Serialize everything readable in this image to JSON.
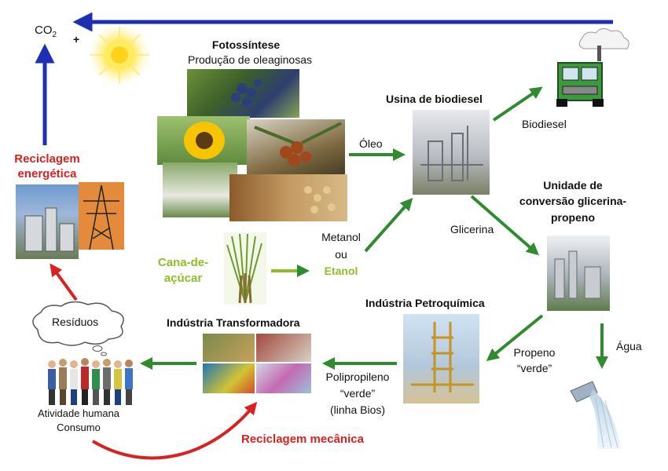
{
  "colors": {
    "blue_arrow": "#1c2fb5",
    "green_arrow": "#2e8b2e",
    "red_arrow": "#d9211f",
    "cana_green": "#8cbf27"
  },
  "co2": {
    "main": "CO",
    "sub": "2",
    "plus": "+"
  },
  "fotossintese": {
    "title": "Fotossíntese",
    "subtitle": "Produção de oleaginosas"
  },
  "usina": {
    "title": "Usina de biodiesel"
  },
  "biodiesel": "Biodiesel",
  "oleo": "Óleo",
  "unidade": {
    "line1": "Unidade de",
    "line2": "conversão glicerina-",
    "line3": "propeno"
  },
  "glicerina": "Glicerina",
  "reciclagem_energetica": {
    "line1": "Reciclagem",
    "line2": "energética"
  },
  "cana": {
    "line1": "Cana-de-",
    "line2": "açúcar"
  },
  "metanol": {
    "line1": "Metanol",
    "line2": "ou",
    "line3": "Etanol"
  },
  "petroquimica": "Indústria Petroquímica",
  "transformadora": "Indústria Transformadora",
  "residuos": "Resíduos",
  "atividade": {
    "line1": "Atividade humana",
    "line2": "Consumo"
  },
  "polipropileno": {
    "line1": "Polipropileno",
    "line2": "“verde”",
    "line3": "(linha Bios)"
  },
  "propeno": {
    "line1": "Propeno",
    "line2": "“verde”"
  },
  "agua": "Água",
  "reciclagem_mecanica": "Reciclagem mecânica",
  "icons": [
    "sun-icon",
    "truck-icon",
    "cloud-icon",
    "people-icon",
    "water-tap-icon",
    "refinery-icon",
    "power-tower-icon",
    "sugarcane-icon"
  ]
}
